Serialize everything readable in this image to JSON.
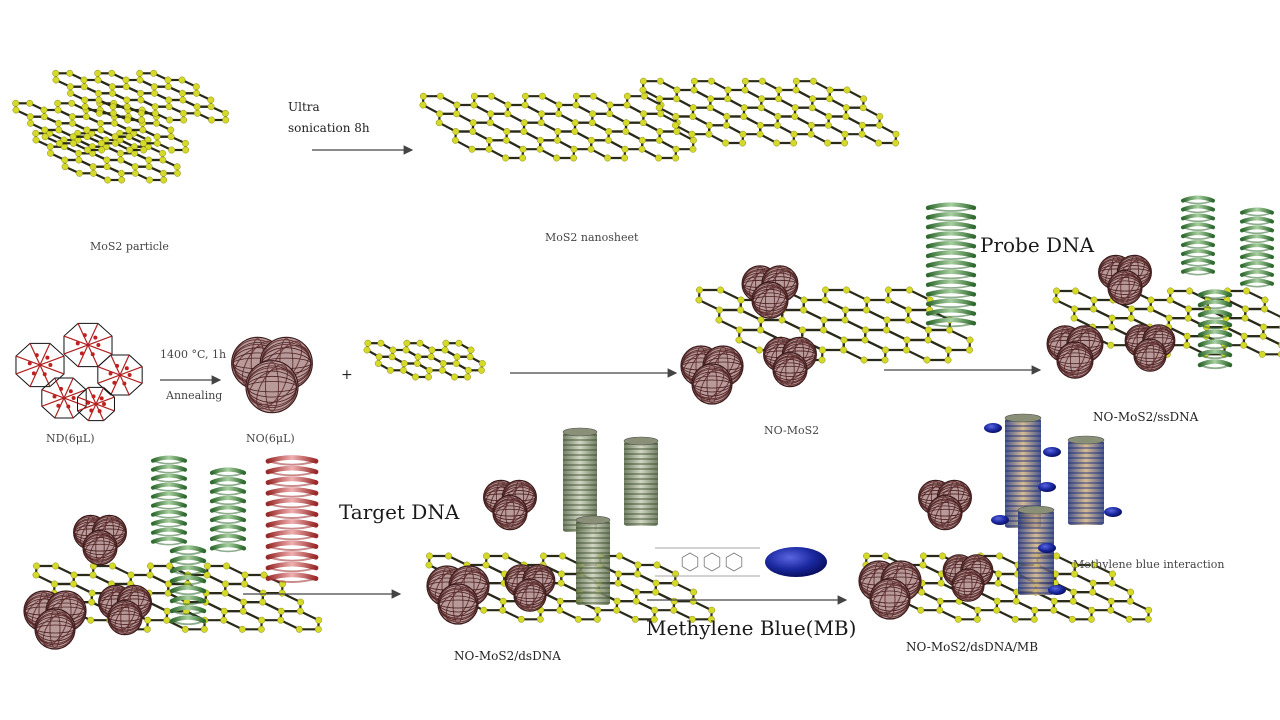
{
  "labels": {
    "ultra_line1": "Ultra",
    "ultra_line2": "sonication 8h",
    "mos2_particle": "MoS2 particle",
    "mos2_nanosheet": "MoS2 nanosheet",
    "anneal_line1": "1400 °C, 1h",
    "anneal_line2": "Annealing",
    "nd": "ND(6μL)",
    "no": "NO(6μL)",
    "plus": "+",
    "no_mos2": "NO-MoS2",
    "probe_dna": "Probe DNA",
    "no_mos2_ssdna": "NO-MoS2/ssDNA",
    "target_dna": "Target DNA",
    "no_mos2_dsdna": "NO-MoS2/dsDNA",
    "methylene_blue": "Methylene Blue(MB)",
    "mb_interaction": "Methylene blue interaction",
    "no_mos2_dsdna_mb": "NO-MoS2/dsDNA/MB"
  },
  "colors": {
    "atom": "#d4d92a",
    "bond": "#2a2a1a",
    "onion": "#6b3a3a",
    "probe_dna": "#4f8a4f",
    "target_dna": "#c85050",
    "ds_dna": "#7a8a6a",
    "mb": "#1a28a0"
  }
}
